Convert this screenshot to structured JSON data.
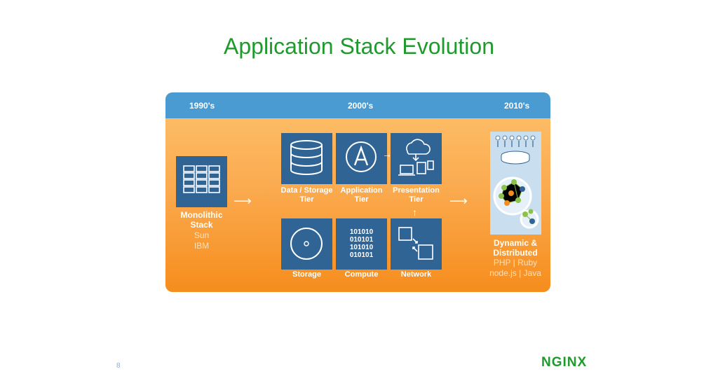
{
  "title": "Application Stack Evolution",
  "eras": [
    "1990's",
    "2000's",
    "2010's"
  ],
  "monolithic": {
    "label_line1": "Monolithic",
    "label_line2": "Stack",
    "vendors": [
      "Sun",
      "IBM"
    ]
  },
  "tiers_top": [
    {
      "label_line1": "Data / Storage",
      "label_line2": "Tier",
      "icon": "database-icon"
    },
    {
      "label_line1": "Application",
      "label_line2": "Tier",
      "icon": "app-letter-a-icon"
    },
    {
      "label_line1": "Presentation",
      "label_line2": "Tier",
      "icon": "cloud-devices-icon"
    }
  ],
  "tiers_bottom": [
    {
      "label": "Storage",
      "icon": "disk-icon"
    },
    {
      "label": "Compute",
      "icon": "binary-icon",
      "binary_lines": [
        "101010",
        "010101",
        "101010",
        "010101"
      ]
    },
    {
      "label": "Network",
      "icon": "network-icon"
    }
  ],
  "distributed": {
    "label_line1": "Dynamic &",
    "label_line2": "Distributed",
    "techs_line1": "PHP | Ruby",
    "techs_line2": "node.js | Java"
  },
  "page_number": "8",
  "logo_text": "NGINX",
  "colors": {
    "title": "#1f9a2c",
    "era_bar": "#4a9bd1",
    "tile": "#2f6494",
    "panel_top": "#fdc26b",
    "panel_bottom": "#f68d1d"
  }
}
